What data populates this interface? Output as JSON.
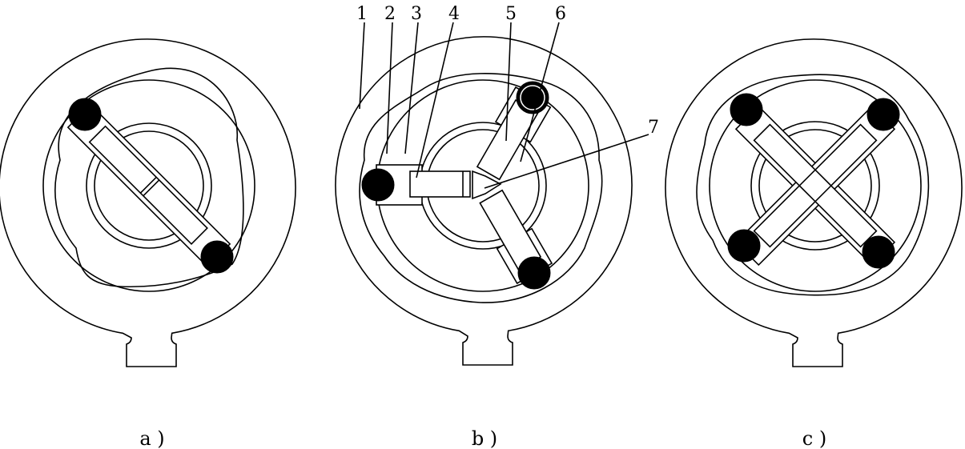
{
  "panels": [
    {
      "id": "a",
      "caption": "a )",
      "vanes": 2
    },
    {
      "id": "b",
      "caption": "b )",
      "vanes": 3
    },
    {
      "id": "c",
      "caption": "c )",
      "vanes": 4
    }
  ],
  "callouts": [
    "1",
    "2",
    "3",
    "4",
    "5",
    "6",
    "7"
  ],
  "colors": {
    "line": "#000000",
    "ball": "#000000",
    "background": "#ffffff"
  }
}
